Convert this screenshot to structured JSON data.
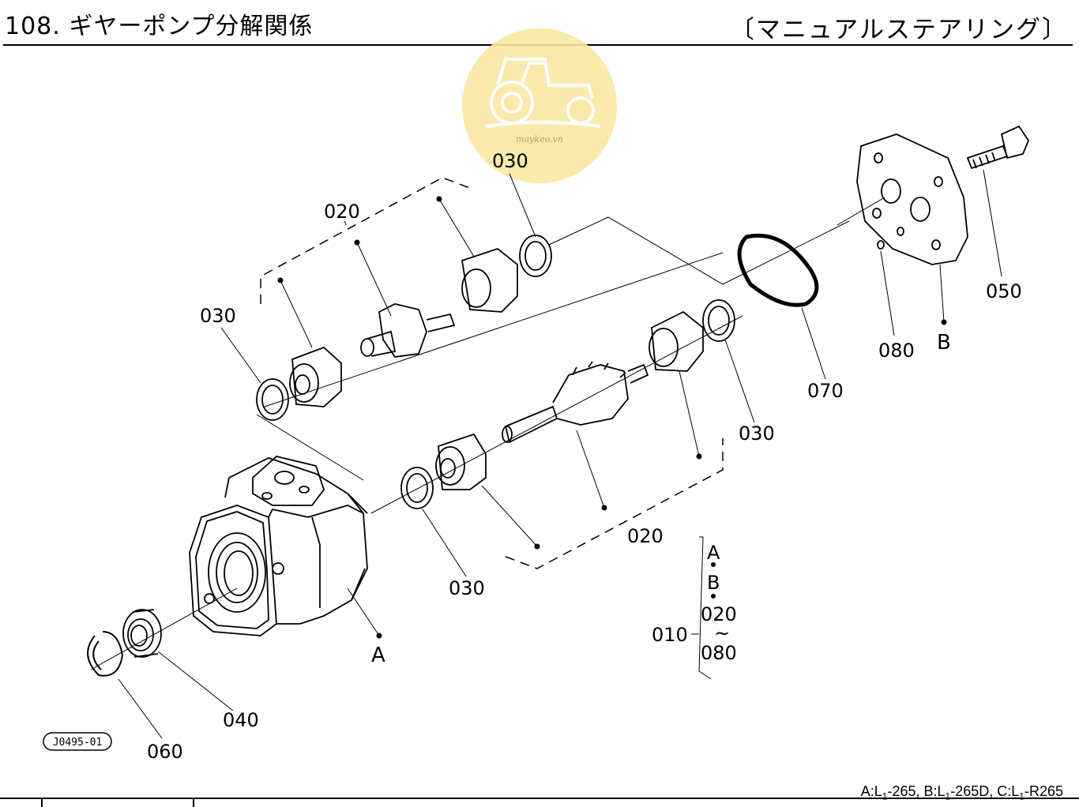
{
  "header": {
    "title": "108. ギヤーポンプ分解関係",
    "subtitle": "〔マニュアルステアリング〕"
  },
  "watermark": {
    "text": "maykeo.vn",
    "color": "#f5e08a"
  },
  "diagram": {
    "part_labels": {
      "p030_top": "030",
      "p020_top": "020",
      "p030_left": "030",
      "p050": "050",
      "p080": "080",
      "p070": "070",
      "p030_mid": "030",
      "p020_bottom": "020",
      "p030_bottom": "030",
      "p040": "040",
      "p060": "060"
    },
    "ref_labels": {
      "A_body": "A",
      "B_cover": "B"
    },
    "assembly": {
      "A": "A",
      "B": "B",
      "range_start": "020",
      "range_end": "080",
      "parent": "010",
      "tilde": "~"
    },
    "drawing_code": "J0495-01"
  },
  "footer": {
    "a_prefix": "A:L",
    "a_model": "-265, ",
    "b_prefix": "B:L",
    "b_model": "-265D, ",
    "c_prefix": "C:L",
    "c_model": "-R265",
    "subscript": "1"
  }
}
